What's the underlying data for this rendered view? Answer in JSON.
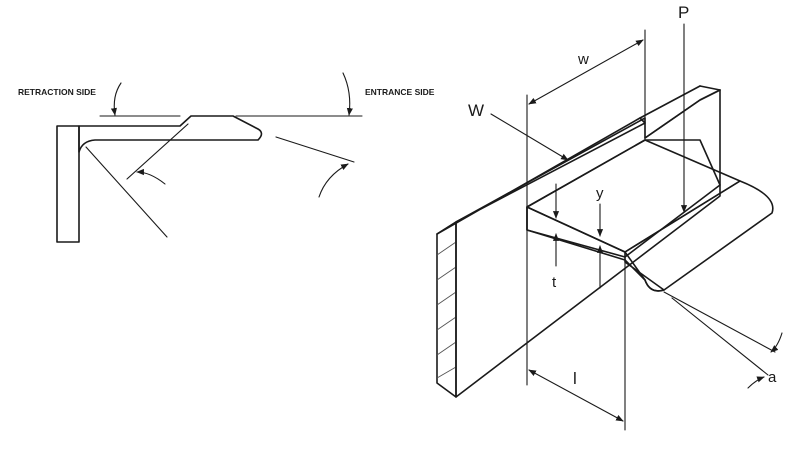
{
  "left_view": {
    "retraction_label": "RETRACTION SIDE",
    "entrance_label": "ENTRANCE SIDE"
  },
  "right_view": {
    "labels": {
      "W": "W",
      "w": "w",
      "P": "P",
      "y": "y",
      "t": "t",
      "l": "l",
      "a": "a"
    }
  },
  "colors": {
    "face": "#e6e3e6",
    "line": "#1a1a1a"
  }
}
